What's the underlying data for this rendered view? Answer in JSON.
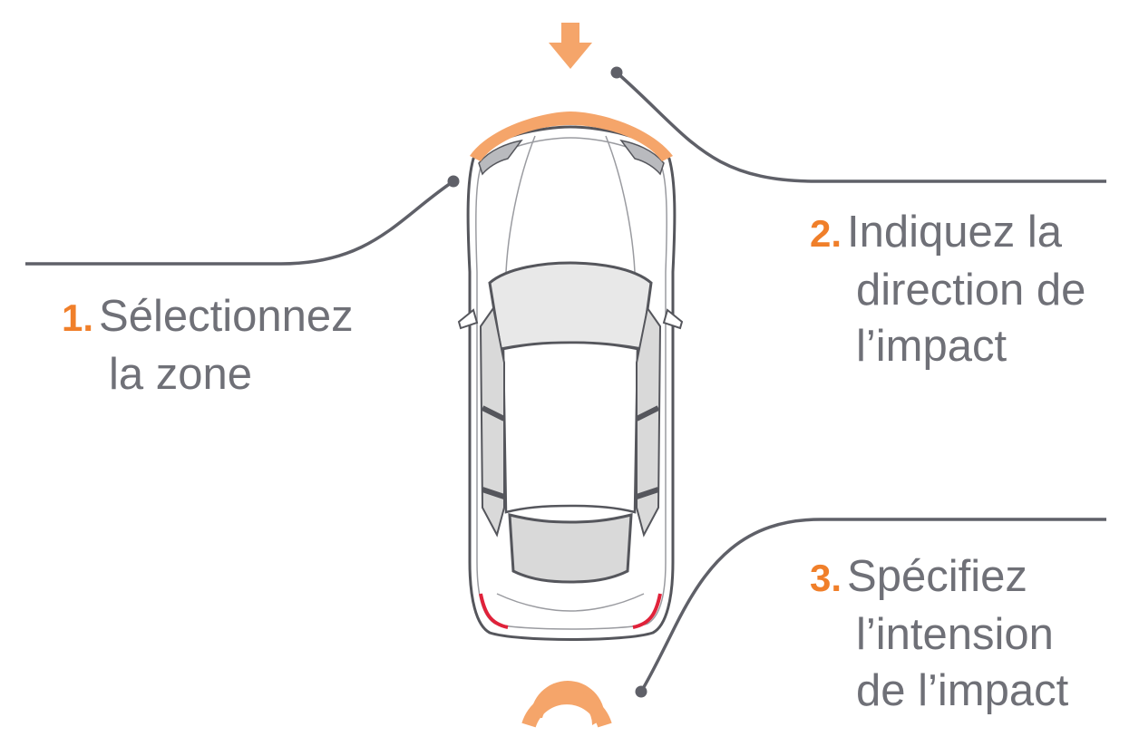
{
  "steps": [
    {
      "number": "1.",
      "lines": [
        "Sélectionnez",
        "la zone"
      ]
    },
    {
      "number": "2.",
      "lines": [
        "Indiquez la",
        "direction de",
        "l’impact"
      ]
    },
    {
      "number": "3.",
      "lines": [
        "Spécifiez",
        "l’intension",
        "de l’impact"
      ]
    }
  ],
  "colors": {
    "accent": "#f07f2a",
    "accent_light": "#f5a56a",
    "text": "#6f7077",
    "line": "#5f6068",
    "car_outline": "#55565c",
    "glass": "#d9d9d9",
    "tail_light": "#e0223a"
  },
  "icons": {
    "direction_arrow": "arrow-down-icon",
    "intensity_gauge": "semicircle-gauge-icon",
    "car": "car-top-view-icon",
    "callout_dot": "dot-icon"
  }
}
